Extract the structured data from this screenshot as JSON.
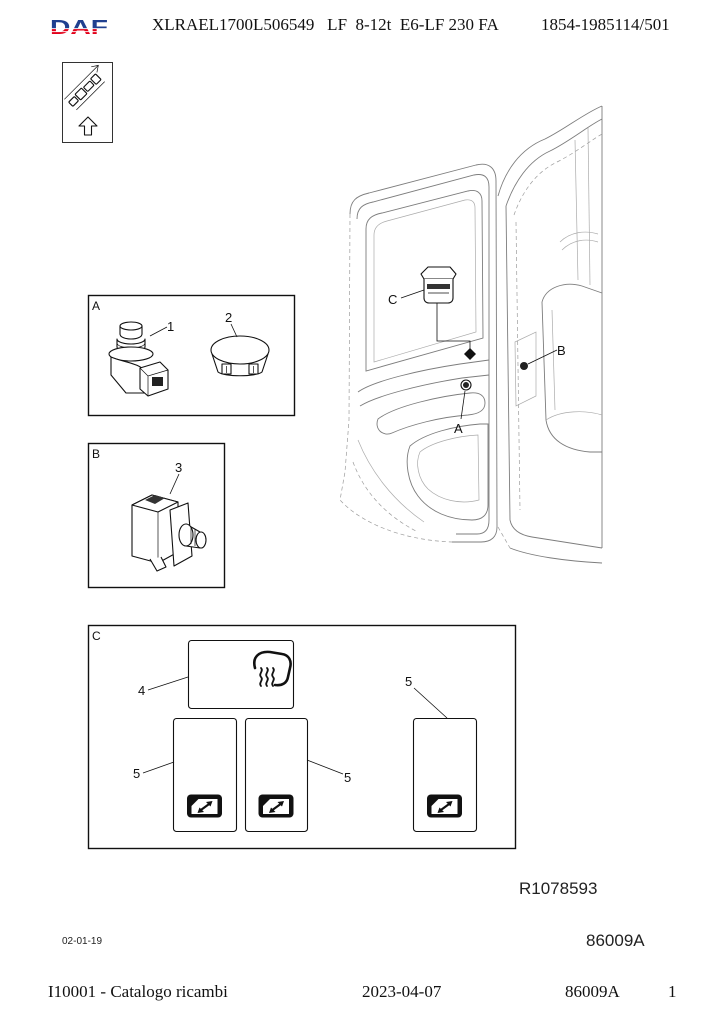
{
  "header": {
    "logo": "DAF",
    "vehicle_spec": "XLRAEL1700L506549   LF  8-12t  E6-LF 230 FA",
    "document_ref": "1854-1985114/501"
  },
  "illustration": {
    "overview": {
      "callout_c": "C",
      "callout_a": "A",
      "callout_b": "B"
    },
    "detail_a": {
      "title": "A",
      "item_1": "1",
      "item_2": "2"
    },
    "detail_b": {
      "title": "B",
      "item_3": "3"
    },
    "detail_c": {
      "title": "C",
      "item_4": "4",
      "item_5_left": "5",
      "item_5_middle": "5",
      "item_5_right": "5"
    },
    "drawing_number": "R1078593",
    "date_code": "02-01-19",
    "illustration_code": "86009A"
  },
  "footer": {
    "catalog_title": "I10001 - Catalogo ricambi",
    "date": "2023-04-07",
    "illustration_code": "86009A",
    "page_number": "1"
  },
  "icons": {
    "group": "assembly-group-icon",
    "heated_mirror": "heated-mirror-icon",
    "power_window": "power-window-icon"
  },
  "colors": {
    "logo_blue": "#1f3f8f",
    "logo_red": "#e2001a",
    "ink": "#111111",
    "drawing": "#7d7d7d"
  }
}
